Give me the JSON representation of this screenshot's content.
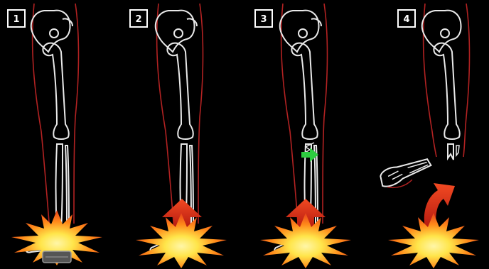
{
  "panels": [
    {
      "number": "1",
      "stage": "intact-leg-over-device"
    },
    {
      "number": "2",
      "stage": "blast-wave-hits-foot"
    },
    {
      "number": "3",
      "stage": "tibia-fractures"
    },
    {
      "number": "4",
      "stage": "foot-and-lower-leg-detached"
    }
  ],
  "colors": {
    "background": "#000000",
    "bone_outline": "#e9e9e9",
    "skin_outline": "#b22222",
    "blast_outer": "#e8401a",
    "blast_mid": "#ff8a1a",
    "blast_core": "#ffe54a",
    "arrow": "#e2321a",
    "fracture_arrow": "#2ecc40",
    "device": "#9a9a9a"
  }
}
